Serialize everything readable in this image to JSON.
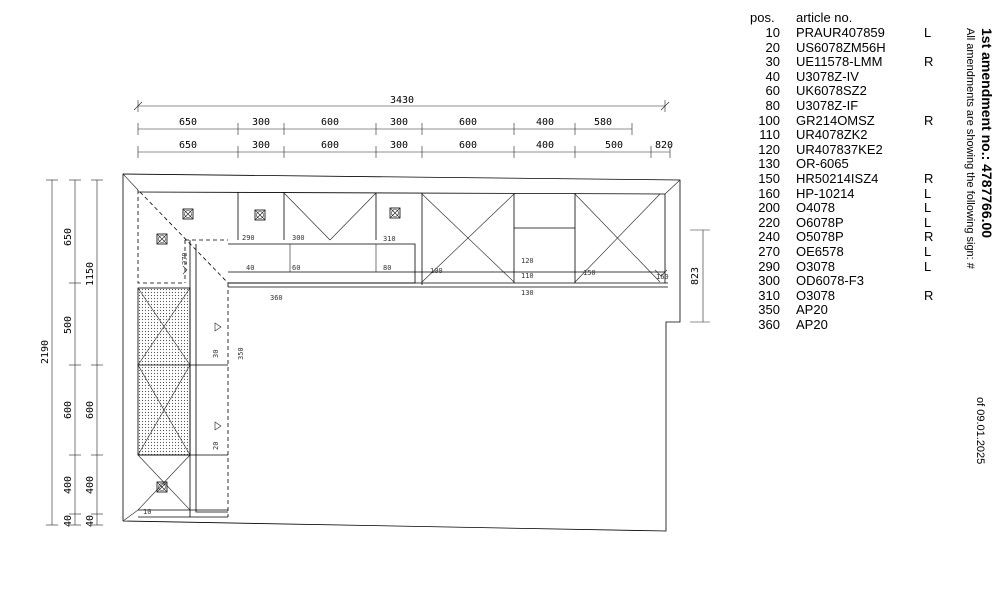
{
  "header": {
    "pos": "pos.",
    "article": "article no."
  },
  "articles": [
    {
      "pos": "10",
      "article": "PRAUR407859",
      "side": "L"
    },
    {
      "pos": "20",
      "article": "US6078ZM56H",
      "side": ""
    },
    {
      "pos": "30",
      "article": "UE11578-LMM",
      "side": "R"
    },
    {
      "pos": "40",
      "article": "U3078Z-IV",
      "side": ""
    },
    {
      "pos": "60",
      "article": "UK6078SZ2",
      "side": ""
    },
    {
      "pos": "80",
      "article": "U3078Z-IF",
      "side": ""
    },
    {
      "pos": "100",
      "article": "GR214OMSZ",
      "side": "R"
    },
    {
      "pos": "110",
      "article": "UR4078ZK2",
      "side": ""
    },
    {
      "pos": "120",
      "article": "UR407837KE2",
      "side": ""
    },
    {
      "pos": "130",
      "article": "OR-6065",
      "side": ""
    },
    {
      "pos": "150",
      "article": "HR50214ISZ4",
      "side": "R"
    },
    {
      "pos": "160",
      "article": "HP-10214",
      "side": "L"
    },
    {
      "pos": "200",
      "article": "O4078",
      "side": "L"
    },
    {
      "pos": "220",
      "article": "O6078P",
      "side": "L"
    },
    {
      "pos": "240",
      "article": "O5078P",
      "side": "R"
    },
    {
      "pos": "270",
      "article": "OE6578",
      "side": "L"
    },
    {
      "pos": "290",
      "article": "O3078",
      "side": "L"
    },
    {
      "pos": "300",
      "article": "OD6078-F3",
      "side": ""
    },
    {
      "pos": "310",
      "article": "O3078",
      "side": "R"
    },
    {
      "pos": "350",
      "article": "AP20",
      "side": ""
    },
    {
      "pos": "360",
      "article": "AP20",
      "side": ""
    }
  ],
  "amendment": {
    "title": "1st amendment no.: 4787766.00",
    "subtitle": "All amendments are showing the following sign: #",
    "date": "of 09.01.2025"
  },
  "dimensions": {
    "top_total": "3430",
    "row1": [
      "650",
      "300",
      "600",
      "300",
      "600",
      "400",
      "580"
    ],
    "row2": [
      "650",
      "300",
      "600",
      "300",
      "600",
      "400",
      "500",
      "820"
    ],
    "right": "823",
    "left_total": "2190",
    "left_outer": [
      "650",
      "500",
      "600",
      "400",
      "40"
    ],
    "left_inner": [
      "1150",
      "600",
      "400",
      "40"
    ]
  },
  "plan_labels": {
    "l40": "40",
    "l60": "60",
    "l80": "80",
    "l100": "100",
    "l120": "120",
    "l110": "110",
    "l130": "130",
    "l150": "150",
    "l160": "160",
    "l360": "360",
    "l350": "350",
    "l30": "30",
    "l20": "20",
    "l10": "10",
    "l270": "270",
    "l290": "290",
    "l300": "300",
    "l310": "310"
  }
}
